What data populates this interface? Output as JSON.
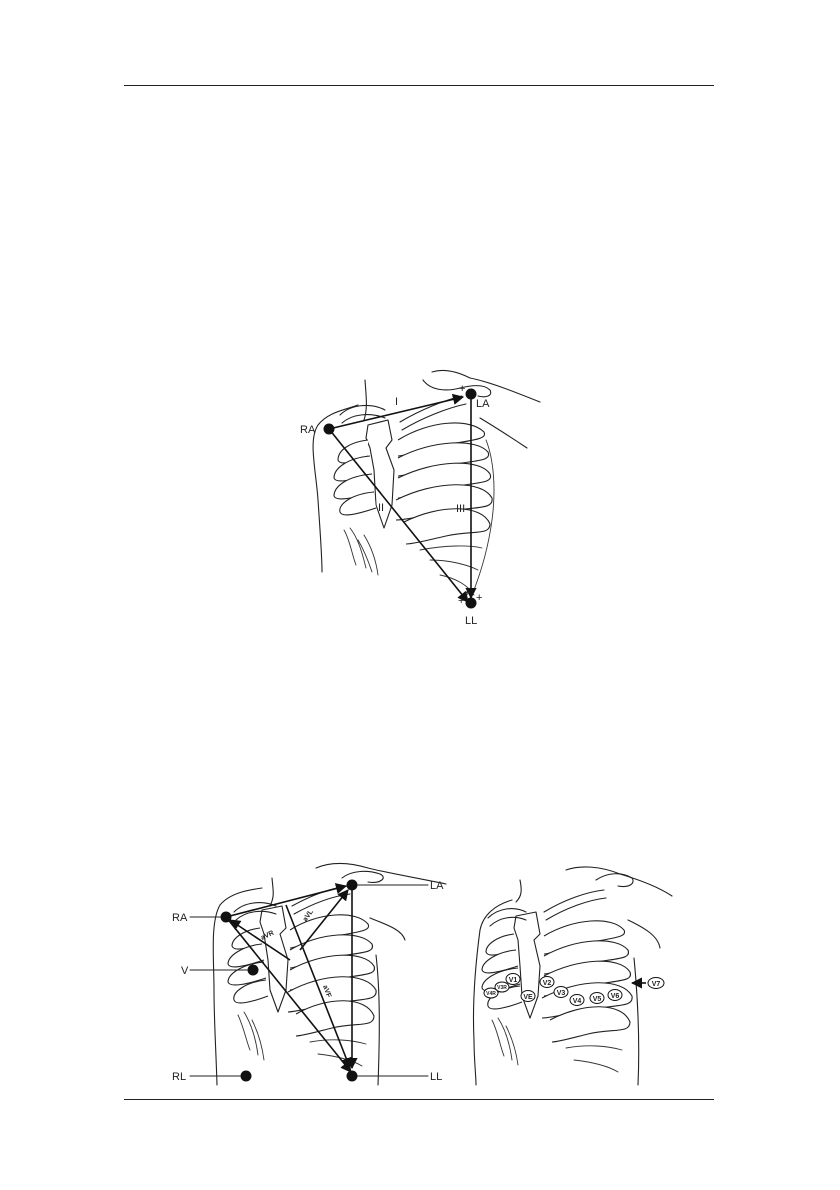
{
  "figure1": {
    "electrodes": [
      "RA",
      "LA",
      "LL"
    ],
    "leads": [
      "I",
      "II",
      "III"
    ],
    "polarity": [
      "+",
      "+",
      "+",
      "+"
    ]
  },
  "figure2": {
    "electrodes": [
      "RA",
      "LA",
      "V",
      "RL",
      "LL"
    ],
    "leads": [
      "aVR",
      "aVL",
      "aVF"
    ]
  },
  "figure3": {
    "chest_positions": [
      "V1",
      "V2",
      "V3",
      "V4",
      "V5",
      "V6",
      "V7",
      "V3R",
      "V4R",
      "VE"
    ]
  }
}
